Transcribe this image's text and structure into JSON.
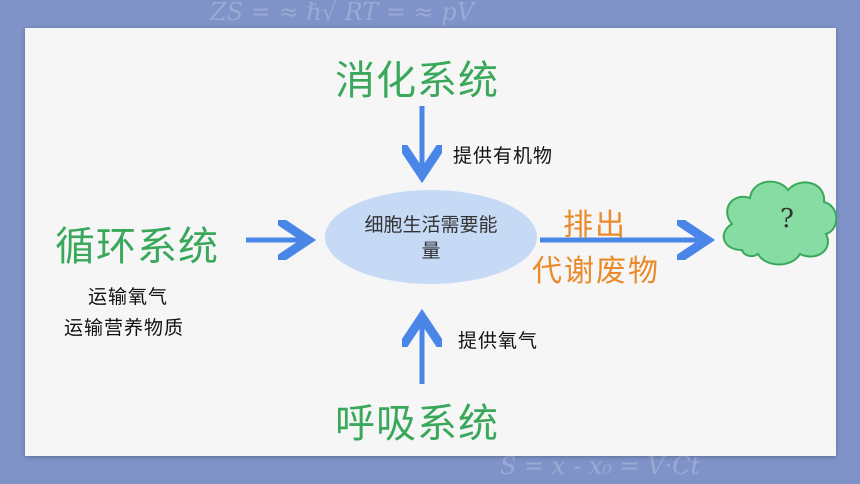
{
  "background_scribbles": {
    "top": "ZS = ≈ ℏ√ RT = ≈ pV",
    "bottom": "S = x - x₀ = V·Ct"
  },
  "digestive": {
    "title": "消化系统",
    "provides": "提供有机物"
  },
  "circulatory": {
    "title": "循环系统",
    "note_line1": "运输氧气",
    "note_line2": "运输营养物质"
  },
  "respiratory": {
    "title": "呼吸系统",
    "provides": "提供氧气"
  },
  "center": {
    "line1": "细胞生活需要能",
    "line2": "量"
  },
  "output": {
    "verb": "排出",
    "waste": "代谢废物",
    "cloud_symbol": "?"
  },
  "colors": {
    "system_green": "#3aa85a",
    "arrow_blue": "#4a86e8",
    "waste_orange": "#ea8a2a",
    "cloud_green": "#86dca2",
    "ellipse_blue": "#c6daf5"
  }
}
